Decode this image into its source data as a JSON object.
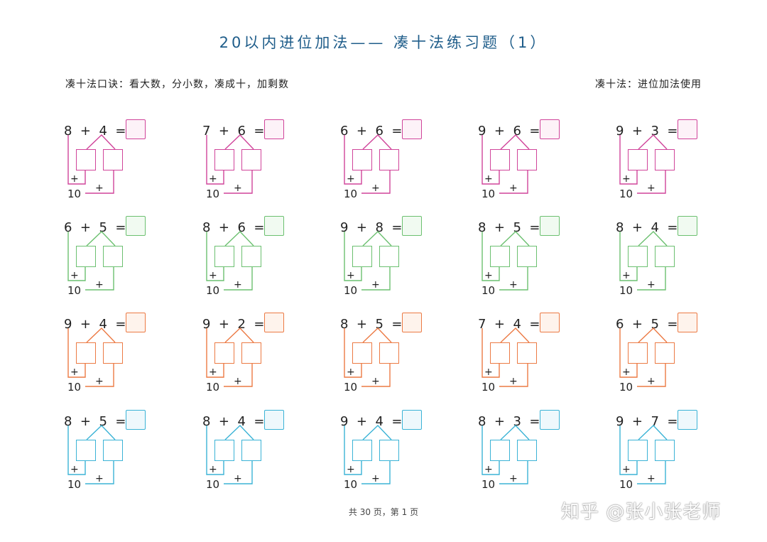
{
  "header": {
    "title": "20以内进位加法—— 凑十法练习题（1）",
    "mnemonic": "凑十法口诀：看大数，分小数，凑成十，加剩数",
    "usage": "凑十法：进位加法使用"
  },
  "row_colors": [
    "#d0449a",
    "#6cc070",
    "#ec7a44",
    "#3bb3d6"
  ],
  "answer_fills": [
    "#fdf2f8",
    "#f1faf1",
    "#fef3ec",
    "#eef8fc"
  ],
  "symbols": {
    "plus": "+",
    "equals": "=",
    "ten": "10"
  },
  "rows": [
    [
      {
        "a": "8",
        "b": "4"
      },
      {
        "a": "7",
        "b": "6"
      },
      {
        "a": "6",
        "b": "6"
      },
      {
        "a": "9",
        "b": "6"
      },
      {
        "a": "9",
        "b": "3"
      }
    ],
    [
      {
        "a": "6",
        "b": "5"
      },
      {
        "a": "8",
        "b": "6"
      },
      {
        "a": "9",
        "b": "8"
      },
      {
        "a": "8",
        "b": "5"
      },
      {
        "a": "8",
        "b": "4"
      }
    ],
    [
      {
        "a": "9",
        "b": "4"
      },
      {
        "a": "9",
        "b": "2"
      },
      {
        "a": "8",
        "b": "5"
      },
      {
        "a": "7",
        "b": "4"
      },
      {
        "a": "6",
        "b": "5"
      }
    ],
    [
      {
        "a": "8",
        "b": "5"
      },
      {
        "a": "8",
        "b": "4"
      },
      {
        "a": "9",
        "b": "4"
      },
      {
        "a": "8",
        "b": "3"
      },
      {
        "a": "9",
        "b": "7"
      }
    ]
  ],
  "footer": "共 30 页，第 1 页",
  "watermark": "知乎 @张小张老师"
}
